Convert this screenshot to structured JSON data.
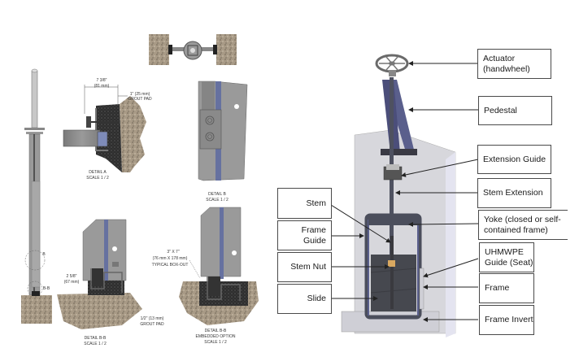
{
  "drawing": {
    "detail_a": {
      "dim_width": "7 3/8\"",
      "dim_width_metric": "(81 mm)",
      "grout_dim": "1\" (25 mm)",
      "grout_label": "GROUT PAD",
      "title": "DETAIL  A",
      "scale": "SCALE 1 / 2"
    },
    "detail_b": {
      "title": "DETAIL  B",
      "scale": "SCALE 1 / 2"
    },
    "detail_bb": {
      "dim_height": "2 5/8\"",
      "dim_height_metric": "(67 mm)",
      "grout_dim": "1/2\" (13 mm)",
      "grout_label": "GROUT PAD",
      "title": "DETAIL  B-B",
      "scale": "SCALE 1 / 2"
    },
    "detail_bb_embedded": {
      "boxout_dim": "3\" X 7\"",
      "boxout_metric": "(76 mm X 178 mm)",
      "boxout_label": "TYPICAL BOX-OUT",
      "title": "DETAIL  B-B",
      "subtitle": "EMBEDDED OPTION",
      "scale": "SCALE 1 / 2"
    },
    "elevation_callouts": {
      "b": "B",
      "bb": "B-B"
    }
  },
  "labels_left": [
    {
      "id": "stem",
      "text": "Stem"
    },
    {
      "id": "frame-guide",
      "text": "Frame Guide"
    },
    {
      "id": "stem-nut",
      "text": "Stem Nut"
    },
    {
      "id": "slide",
      "text": "Slide"
    }
  ],
  "labels_right": [
    {
      "id": "actuator",
      "text": "Actuator (handwheel)"
    },
    {
      "id": "pedestal",
      "text": "Pedestal"
    },
    {
      "id": "extension-guide",
      "text": "Extension Guide"
    },
    {
      "id": "stem-extension",
      "text": "Stem Extension"
    },
    {
      "id": "yoke",
      "text": "Yoke (closed or self-contained frame)"
    },
    {
      "id": "uhmwpe-guide",
      "text": "UHMWPE Guide (Seat)"
    },
    {
      "id": "frame",
      "text": "Frame"
    },
    {
      "id": "frame-invert",
      "text": "Frame Invert"
    }
  ],
  "colors": {
    "concrete": "#a39583",
    "steel": "#8c8c8c",
    "gate_dark": "#4b4e5c",
    "gate_purple": "#5a5f8c",
    "wall": "#d7d7dc",
    "nut": "#d9a860"
  }
}
